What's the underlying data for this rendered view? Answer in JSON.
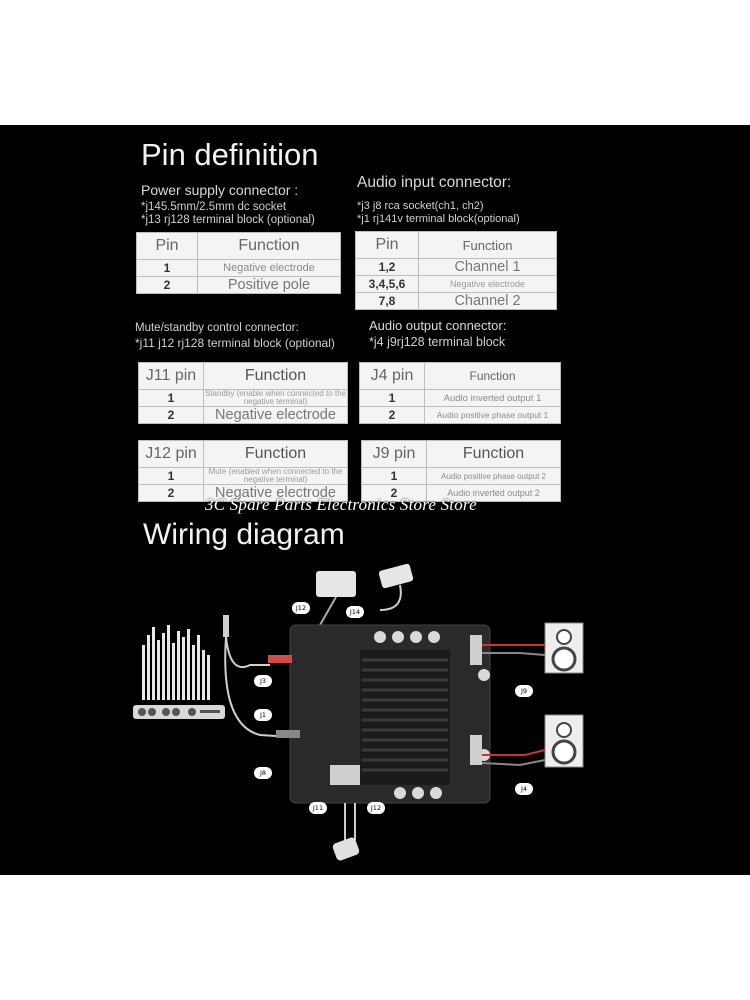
{
  "pin_title": "Pin definition",
  "power": {
    "title": "Power supply connector :",
    "notes": [
      "*j145.5mm/2.5mm dc socket",
      "*j13 rj128 terminal block (optional)"
    ],
    "head": {
      "pin": "Pin",
      "fn": "Function"
    },
    "rows": [
      {
        "pin": "1",
        "fn": "Negative electrode"
      },
      {
        "pin": "2",
        "fn": "Positive pole"
      }
    ]
  },
  "audio_in": {
    "title": "Audio input connector:",
    "notes": [
      "*j3 j8 rca socket(ch1, ch2)",
      "*j1 rj141v terminal block(optional)"
    ],
    "head": {
      "pin": "Pin",
      "fn": "Function"
    },
    "rows": [
      {
        "pin": "1,2",
        "fn": "Channel 1"
      },
      {
        "pin": "3,4,5,6",
        "fn": "Negative electrode"
      },
      {
        "pin": "7,8",
        "fn": "Channel 2"
      }
    ]
  },
  "mute": {
    "title": "Mute/standby control connector:",
    "note": "*j11 j12 rj128 terminal block (optional)"
  },
  "audio_out": {
    "title": "Audio output connector:",
    "note": "*j4 j9rj128 terminal block"
  },
  "j11": {
    "head": {
      "pin": "J11 pin",
      "fn": "Function"
    },
    "rows": [
      {
        "pin": "1",
        "fn": "Standby (enable when connected to the negative terminal)"
      },
      {
        "pin": "2",
        "fn": "Negative electrode"
      }
    ]
  },
  "j4": {
    "head": {
      "pin": "J4 pin",
      "fn": "Function"
    },
    "rows": [
      {
        "pin": "1",
        "fn": "Audio inverted output 1"
      },
      {
        "pin": "2",
        "fn": "Audio positive phase output 1"
      }
    ]
  },
  "j12": {
    "head": {
      "pin": "J12 pin",
      "fn": "Function"
    },
    "rows": [
      {
        "pin": "1",
        "fn": "Mute (enabled when connected to the negative terminal)"
      },
      {
        "pin": "2",
        "fn": "Negative electrode"
      }
    ]
  },
  "j9": {
    "head": {
      "pin": "J9 pin",
      "fn": "Function"
    },
    "rows": [
      {
        "pin": "1",
        "fn": "Audio positive phase output 2"
      },
      {
        "pin": "2",
        "fn": "Audio inverted output 2"
      }
    ]
  },
  "watermark": "3C Spare Parts Electronics Store Store",
  "wiring_title": "Wiring diagram",
  "diagram_labels": {
    "j12": "J12",
    "j14": "J14",
    "j3": "J3",
    "j1": "J1",
    "j8": "J8",
    "j9": "J9",
    "j4": "J4",
    "j11": "J11",
    "j12b": "J12"
  }
}
